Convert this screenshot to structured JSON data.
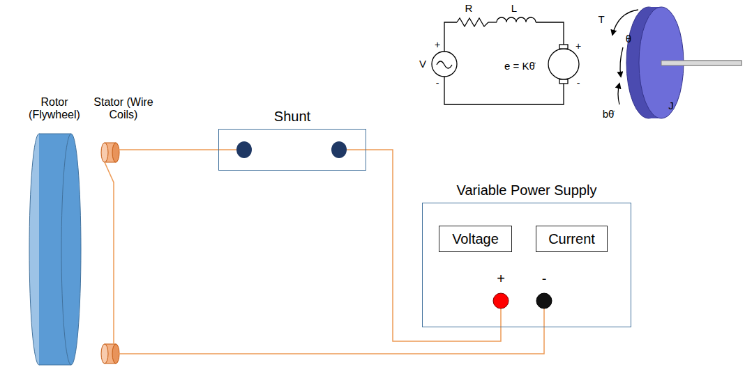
{
  "diagram": {
    "nodes": [
      {
        "text": [
          "Rotor (Flywheel)"
        ]
      },
      {
        "text": [
          "Stator (Wire Coils)"
        ]
      },
      {
        "text": [
          "Shunt"
        ]
      },
      {
        "text": [
          "Variable Power Supply"
        ]
      },
      {
        "text": [
          "Voltage"
        ],
        "in": 3
      },
      {
        "text": [
          "Current"
        ],
        "in": 3
      }
    ],
    "edges": [
      {
        "from": 1,
        "to": 2,
        "arrow": "none"
      },
      {
        "from": 2,
        "to": 3,
        "arrow": "none"
      },
      {
        "from": 3,
        "to": 1,
        "arrow": "none"
      }
    ],
    "labels": [
      "+",
      "-",
      "R",
      "L",
      "V",
      "+",
      "-",
      "e = Kθ̇",
      "+",
      "-",
      "T",
      "θ",
      "J",
      "bθ̇"
    ]
  }
}
